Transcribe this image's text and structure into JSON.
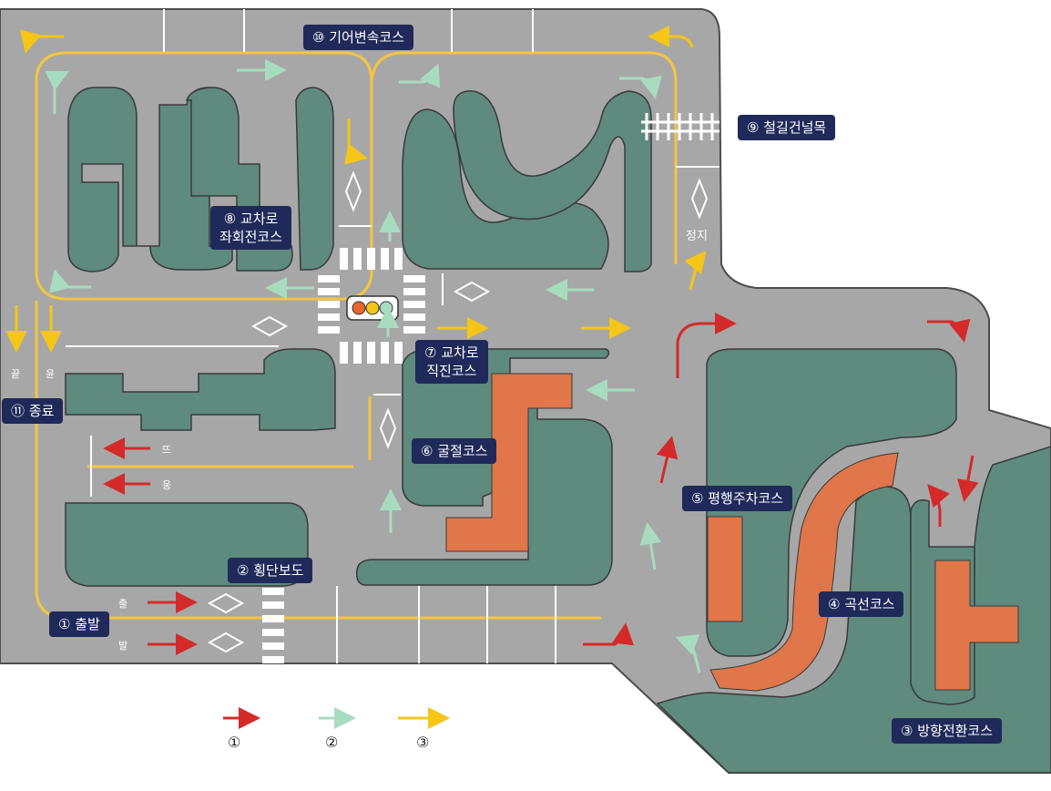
{
  "courses": {
    "c1": "① 출발",
    "c2": "② 횡단보도",
    "c3": "③ 방향전환코스",
    "c4": "④ 곡선코스",
    "c5": "⑤ 평행주차코스",
    "c6": "⑥ 굴절코스",
    "c7_line1": "⑦ 교차로",
    "c7_line2": "직진코스",
    "c8_line1": "⑧ 교차로",
    "c8_line2": "좌회전코스",
    "c9": "⑨ 철길건널목",
    "c10": "⑩ 기어변속코스",
    "c11": "⑪ 종료"
  },
  "road_text": {
    "stop": "정지",
    "end_a": "끝",
    "end_b": "윤",
    "start_a": "출",
    "start_b": "발",
    "lane_a": "뜨",
    "lane_b": "웅"
  },
  "legend": [
    {
      "label": "①",
      "color": "#d42a2a"
    },
    {
      "label": "②",
      "color": "#a8dcc0"
    },
    {
      "label": "③",
      "color": "#f5c518"
    }
  ],
  "colors": {
    "road": "#a7a7a7",
    "island": "#5f8a7e",
    "course_orange": "#e0764a",
    "lane_yellow": "#f5c542",
    "label_bg": "#1f2a5a"
  }
}
